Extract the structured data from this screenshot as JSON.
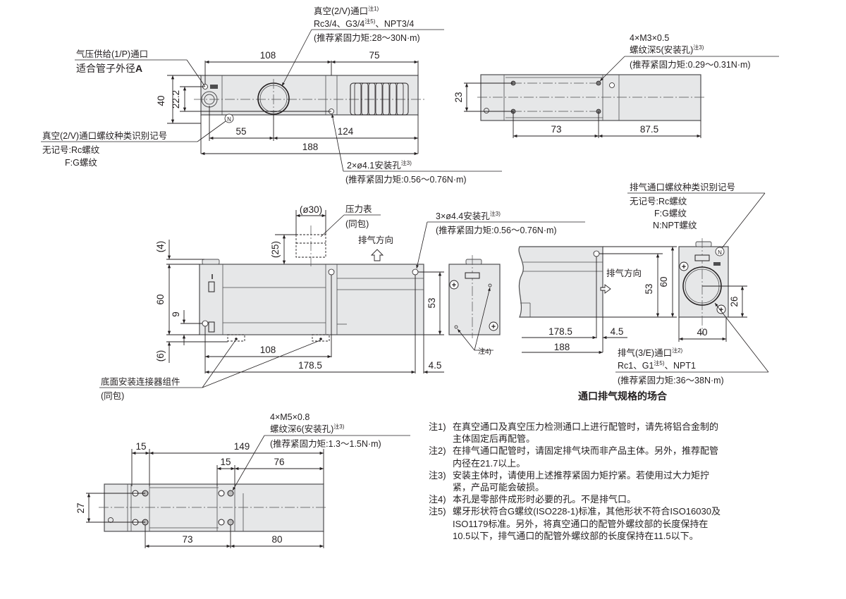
{
  "top_view": {
    "vacuum_port": {
      "title": "真空(2/V)通口",
      "note": "注1)",
      "spec_prefix": "Rc3/4、G3/4",
      "spec_note": "注5)",
      "spec_suffix": "、NPT3/4",
      "torque": "(推荐紧固力矩:28～30N·m)"
    },
    "supply_port": {
      "title": "气压供给(1/P)通口",
      "subtitle": "适合管子外径",
      "subtitle_bold": "A"
    },
    "thread_id": {
      "title": "真空(2/V)通口螺纹种类识别记号",
      "options": [
        "无记号:Rc螺纹",
        "F:G螺纹"
      ]
    },
    "mount_hole": {
      "title": "2×ø4.1安装孔",
      "note": "注3)",
      "torque": "(推荐紧固力矩:0.56～0.76N·m)"
    },
    "dims": {
      "d108": "108",
      "d75": "75",
      "d40": "40",
      "d22_2": "22.2",
      "d55": "55",
      "d124": "124",
      "d188": "188"
    },
    "marker_n": "N",
    "marker_1p": "1|P"
  },
  "top_right_view": {
    "thread": {
      "line1": "4×M3×0.5",
      "line2": "螺纹深5(安装孔)",
      "note": "注3)",
      "torque": "(推荐紧固力矩:0.29～0.31N·m)"
    },
    "dims": {
      "d23": "23",
      "d73": "73",
      "d87_5": "87.5"
    }
  },
  "front_view": {
    "gauge": {
      "dia": "(ø30)",
      "height": "(25)",
      "title": "压力表",
      "sub": "(同包)"
    },
    "exhaust_dir": "排气方向",
    "mount_hole": {
      "title": "3×ø4.4安装孔",
      "note": "注3)",
      "torque": "(推荐紧固力矩:0.56～0.76N·m)"
    },
    "connector": {
      "title": "底面安装连接器组件",
      "sub": "(同包)"
    },
    "dims": {
      "d4": "(4)",
      "d60": "60",
      "d9": "9",
      "d6": "(6)",
      "d108": "108",
      "d178_5": "178.5",
      "d4_5": "4.5",
      "d53": "53"
    },
    "marker_i": "I"
  },
  "side_view": {
    "note4": "注4)"
  },
  "exhaust_view": {
    "thread_id": {
      "title": "排气通口螺纹种类识别记号",
      "options": [
        "无记号:Rc螺纹",
        "F:G螺纹",
        "N:NPT螺纹"
      ]
    },
    "exhaust_dir": "排气方向",
    "exhaust_port": {
      "title": "排气(3/E)通口",
      "note": "注2)",
      "spec_prefix": "Rc1、G1",
      "spec_note": "注5)",
      "spec_suffix": "、NPT1",
      "torque": "(推荐紧固力矩:36～38N·m)"
    },
    "dims": {
      "d60": "60",
      "d53": "53",
      "d26": "26",
      "d40": "40",
      "d178_5": "178.5",
      "d4_5": "4.5",
      "d188": "188"
    },
    "caption": "通口排气规格的场合",
    "marker_n": "N"
  },
  "bottom_view": {
    "thread": {
      "line1": "4×M5×0.8",
      "line2": "螺纹深6(安装孔)",
      "note": "注3)",
      "torque": "(推荐紧固力矩:1.3～1.5N·m)"
    },
    "dims": {
      "d15a": "15",
      "d149": "149",
      "d15b": "15",
      "d76": "76",
      "d27": "27",
      "d73": "73",
      "d80": "80"
    }
  },
  "notes": [
    {
      "key": "注1)",
      "text": "在真空通口及真空压力检测通口上进行配管时，请先将铝合金制的主体固定后再配管。"
    },
    {
      "key": "注2)",
      "text": "在排气通口配管时，请固定排气块而非产品主体。另外，推荐配管内径在21.7以上。"
    },
    {
      "key": "注3)",
      "text": "安装主体时，请使用上述推荐紧固力矩拧紧。若使用过大力矩拧紧，产品可能会破损。"
    },
    {
      "key": "注4)",
      "text": "本孔是零部件成形时必要的孔。不是排气口。"
    },
    {
      "key": "注5)",
      "text": "螺牙形状符合G螺纹(ISO228-1)标准，其他形状不符合ISO16030及ISO1179标准。另外，将真空通口的配管外螺纹部的长度保持在10.5以下，排气通口的配管外螺纹部的长度保持在11.5以下。"
    }
  ]
}
